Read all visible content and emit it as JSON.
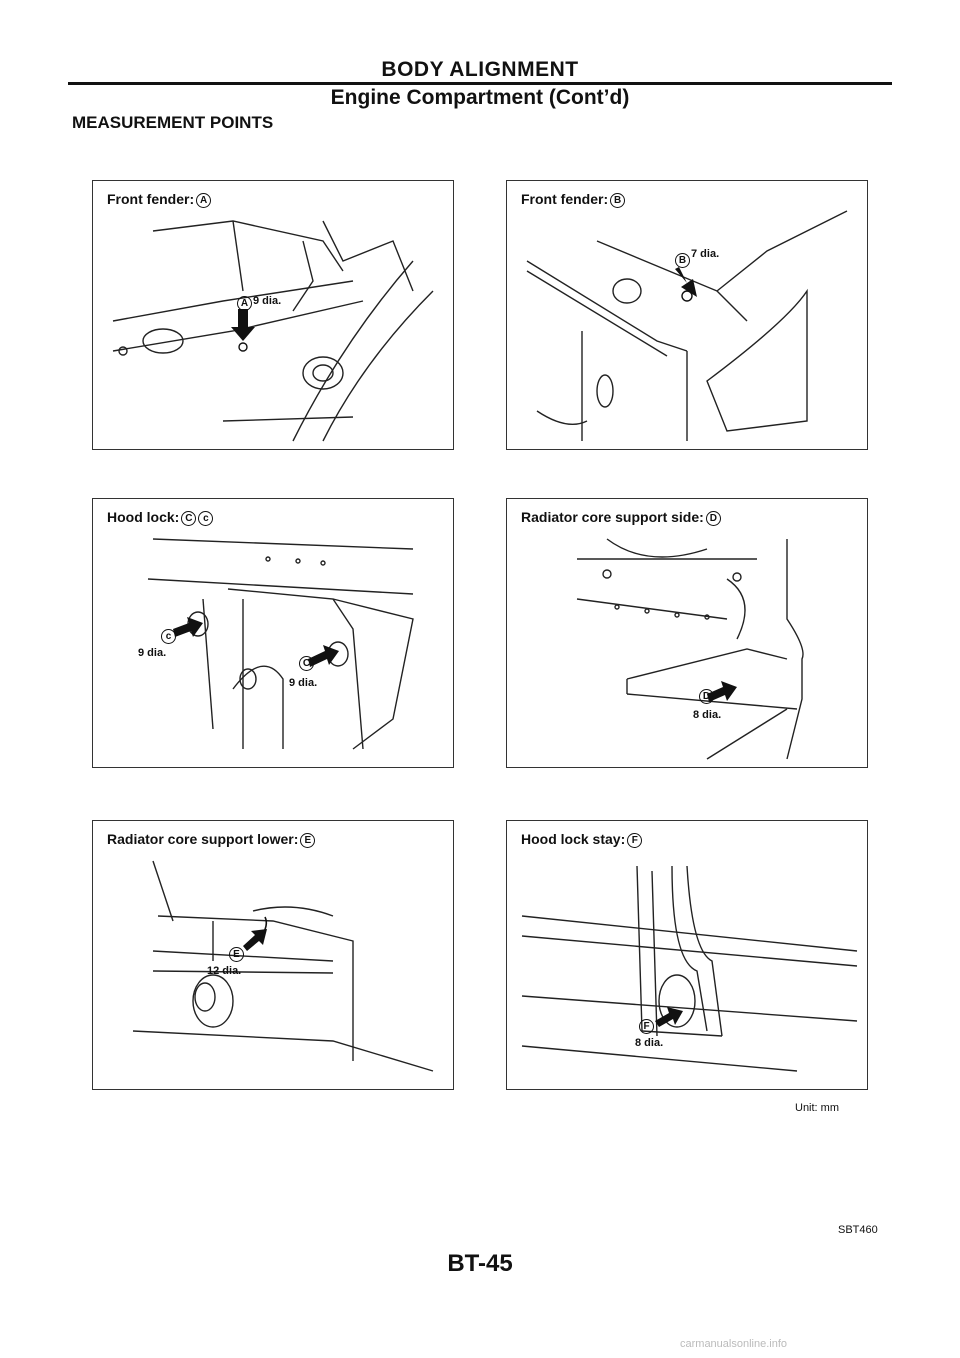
{
  "header": {
    "title": "BODY ALIGNMENT",
    "subtitle": "Engine Compartment (Cont’d)"
  },
  "section_title": "MEASUREMENT POINTS",
  "panels": [
    {
      "label": "Front fender:",
      "marks": [
        "A"
      ],
      "dia": "9 dia."
    },
    {
      "label": "Front fender:",
      "marks": [
        "B"
      ],
      "dia": "7 dia."
    },
    {
      "label": "Hood lock:",
      "marks": [
        "C",
        "c"
      ],
      "dia": "9 dia.",
      "dia2": "9 dia."
    },
    {
      "label": "Radiator core support side:",
      "marks": [
        "D"
      ],
      "dia": "8 dia."
    },
    {
      "label": "Radiator core support lower:",
      "marks": [
        "E"
      ],
      "dia": "12 dia."
    },
    {
      "label": "Hood lock stay:",
      "marks": [
        "F"
      ],
      "dia": "8 dia."
    }
  ],
  "unit_note": "Unit: mm",
  "figure_code": "SBT460",
  "page_number": "BT-45",
  "watermark": "carmanualsonline.info"
}
